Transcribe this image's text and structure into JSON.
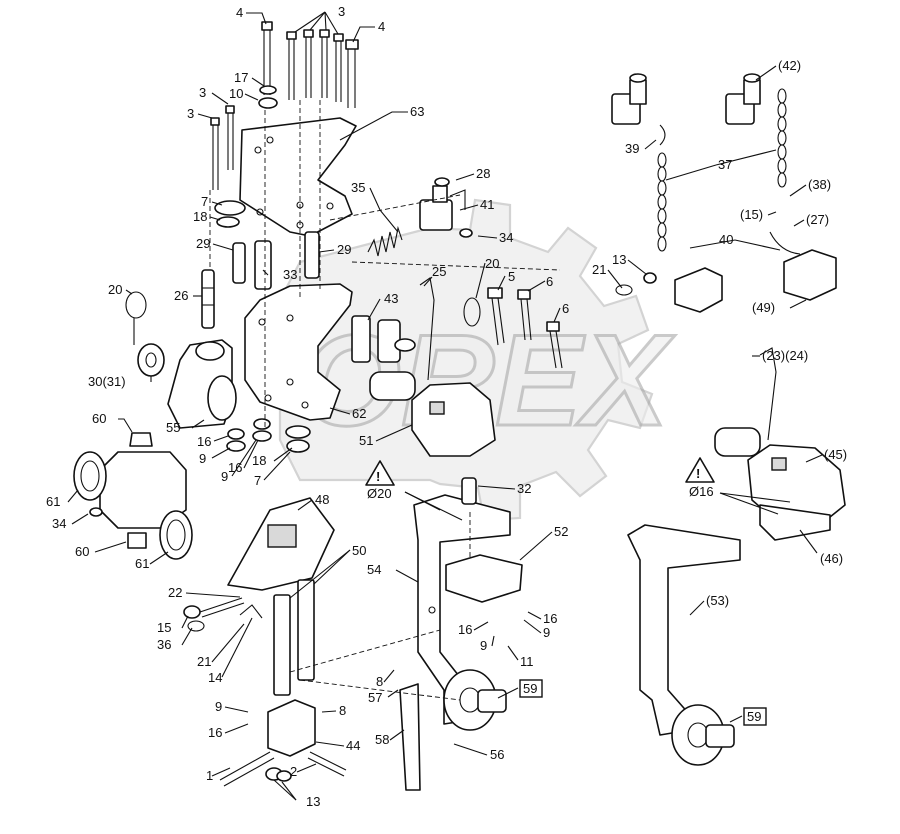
{
  "watermark": {
    "text": "OREX"
  },
  "callouts": [
    {
      "text": "4"
    },
    {
      "text": "3"
    },
    {
      "text": "4"
    },
    {
      "text": "17"
    },
    {
      "text": "10"
    },
    {
      "text": "3"
    },
    {
      "text": "3"
    },
    {
      "text": "63"
    },
    {
      "text": "7"
    },
    {
      "text": "18"
    },
    {
      "text": "29"
    },
    {
      "text": "29"
    },
    {
      "text": "33"
    },
    {
      "text": "26"
    },
    {
      "text": "20"
    },
    {
      "text": "30(31)"
    },
    {
      "text": "55"
    },
    {
      "text": "16"
    },
    {
      "text": "9"
    },
    {
      "text": "16"
    },
    {
      "text": "18"
    },
    {
      "text": "9"
    },
    {
      "text": "7"
    },
    {
      "text": "62"
    },
    {
      "text": "60"
    },
    {
      "text": "61"
    },
    {
      "text": "34"
    },
    {
      "text": "60"
    },
    {
      "text": "61"
    },
    {
      "text": "28"
    },
    {
      "text": "35"
    },
    {
      "text": "41"
    },
    {
      "text": "34"
    },
    {
      "text": "25"
    },
    {
      "text": "20"
    },
    {
      "text": "5"
    },
    {
      "text": "6"
    },
    {
      "text": "6"
    },
    {
      "text": "43"
    },
    {
      "text": "51"
    },
    {
      "text": "32"
    },
    {
      "text": "52"
    },
    {
      "text": "48"
    },
    {
      "text": "50"
    },
    {
      "text": "54"
    },
    {
      "text": "22"
    },
    {
      "text": "15"
    },
    {
      "text": "36"
    },
    {
      "text": "21"
    },
    {
      "text": "14"
    },
    {
      "text": "16"
    },
    {
      "text": "9"
    },
    {
      "text": "16"
    },
    {
      "text": "9"
    },
    {
      "text": "11"
    },
    {
      "text": "8"
    },
    {
      "text": "57"
    },
    {
      "text": "9"
    },
    {
      "text": "16"
    },
    {
      "text": "8"
    },
    {
      "text": "44"
    },
    {
      "text": "1"
    },
    {
      "text": "2"
    },
    {
      "text": "13"
    },
    {
      "text": "58"
    },
    {
      "text": "56"
    },
    {
      "text": "39"
    },
    {
      "text": "37"
    },
    {
      "text": "(42)"
    },
    {
      "text": "(38)"
    },
    {
      "text": "(15)"
    },
    {
      "text": "(27)"
    },
    {
      "text": "40"
    },
    {
      "text": "21"
    },
    {
      "text": "13"
    },
    {
      "text": "(49)"
    },
    {
      "text": "(23)(24)"
    },
    {
      "text": "(45)"
    },
    {
      "text": "(46)"
    },
    {
      "text": "(53)"
    }
  ],
  "boxed_callouts": [
    {
      "text": "59"
    },
    {
      "text": "59"
    }
  ],
  "warnings": [
    {
      "text": "Ø20"
    },
    {
      "text": "Ø16"
    }
  ]
}
